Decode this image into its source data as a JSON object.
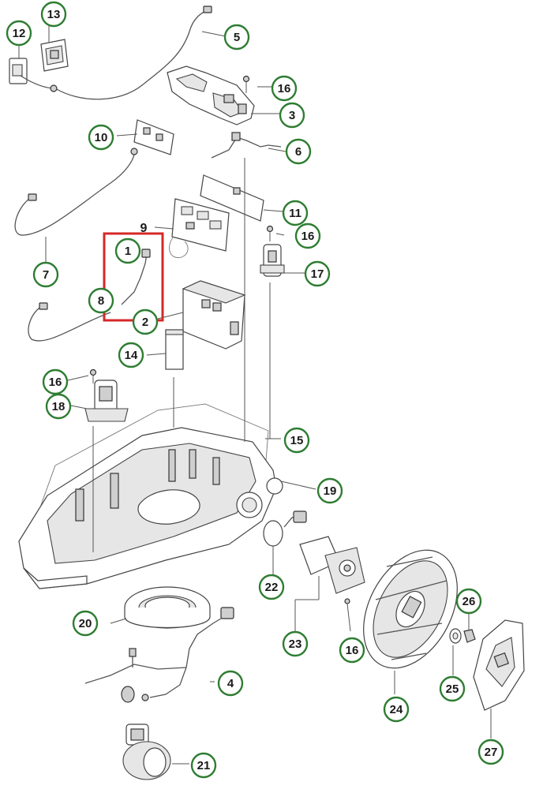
{
  "callouts": [
    {
      "id": "c1",
      "label": "1"
    },
    {
      "id": "c2",
      "label": "2"
    },
    {
      "id": "c3",
      "label": "3"
    },
    {
      "id": "c4",
      "label": "4"
    },
    {
      "id": "c5",
      "label": "5"
    },
    {
      "id": "c6",
      "label": "6"
    },
    {
      "id": "c7",
      "label": "7"
    },
    {
      "id": "c8",
      "label": "8"
    },
    {
      "id": "c9",
      "label": "9"
    },
    {
      "id": "c10",
      "label": "10"
    },
    {
      "id": "c11",
      "label": "11"
    },
    {
      "id": "c12",
      "label": "12"
    },
    {
      "id": "c13",
      "label": "13"
    },
    {
      "id": "c14",
      "label": "14"
    },
    {
      "id": "c15",
      "label": "15"
    },
    {
      "id": "c16a",
      "label": "16"
    },
    {
      "id": "c16b",
      "label": "16"
    },
    {
      "id": "c16c",
      "label": "16"
    },
    {
      "id": "c16d",
      "label": "16"
    },
    {
      "id": "c17",
      "label": "17"
    },
    {
      "id": "c18",
      "label": "18"
    },
    {
      "id": "c19",
      "label": "19"
    },
    {
      "id": "c20",
      "label": "20"
    },
    {
      "id": "c21",
      "label": "21"
    },
    {
      "id": "c22",
      "label": "22"
    },
    {
      "id": "c23",
      "label": "23"
    },
    {
      "id": "c24",
      "label": "24"
    },
    {
      "id": "c25",
      "label": "25"
    },
    {
      "id": "c26",
      "label": "26"
    },
    {
      "id": "c27",
      "label": "27"
    }
  ],
  "highlight": {
    "color": "#d62828",
    "contains": [
      "1",
      "8"
    ]
  },
  "colors": {
    "callout_ring": "#2e7d32",
    "line": "#555555"
  }
}
